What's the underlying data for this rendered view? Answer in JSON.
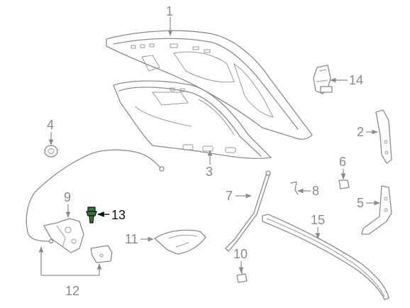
{
  "callouts": {
    "c1": "1",
    "c2": "2",
    "c3": "3",
    "c4": "4",
    "c5": "5",
    "c6": "6",
    "c7": "7",
    "c8": "8",
    "c9": "9",
    "c10": "10",
    "c11": "11",
    "c12": "12",
    "c13": "13",
    "c14": "14",
    "c15": "15"
  },
  "colors": {
    "line": "#8c8c8c",
    "highlight_part": "#2e7d32",
    "highlight_text": "#111111"
  },
  "highlighted_callout": "13"
}
